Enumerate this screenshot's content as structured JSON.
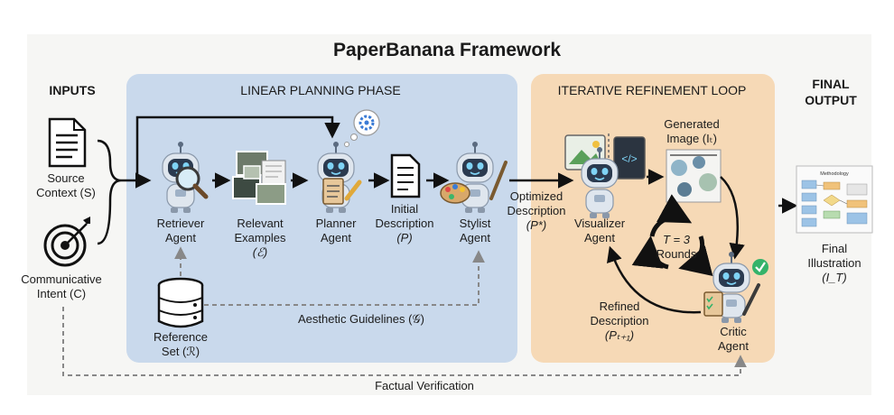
{
  "title": "PaperBanana Framework",
  "sections": {
    "inputs": "INPUTS",
    "linear": "LINEAR PLANNING PHASE",
    "loop": "ITERATIVE REFINEMENT LOOP",
    "final_1": "FINAL",
    "final_2": "OUTPUT"
  },
  "inputs": {
    "source_1": "Source",
    "source_2": "Context (S)",
    "intent_1": "Communicative",
    "intent_2": "Intent (C)"
  },
  "nodes": {
    "retriever_1": "Retriever",
    "retriever_2": "Agent",
    "examples_1": "Relevant",
    "examples_2": "Examples",
    "examples_3": "(ℰ)",
    "planner_1": "Planner",
    "planner_2": "Agent",
    "initial_1": "Initial",
    "initial_2": "Description",
    "initial_3": "(P)",
    "stylist_1": "Stylist",
    "stylist_2": "Agent",
    "reference_1": "Reference",
    "reference_2": "Set (ℛ)",
    "guidelines": "Aesthetic Guidelines (𝒢)",
    "optimized_1": "Optimized",
    "optimized_2": "Description",
    "optimized_3": "(P*)",
    "visualizer_1": "Visualizer",
    "visualizer_2": "Agent",
    "generated_1": "Generated",
    "generated_2": "Image (Iₜ)",
    "rounds_1": "T = 3",
    "rounds_2": "Rounds",
    "refined_1": "Refined",
    "refined_2": "Description",
    "refined_3": "(Pₜ₊₁)",
    "critic_1": "Critic",
    "critic_2": "Agent",
    "final_1": "Final",
    "final_2": "Illustration",
    "final_3": "(I_T)",
    "methodology": "Methodology",
    "factual": "Factual Verification"
  },
  "colors": {
    "linear_bg": "#c9d9ec",
    "loop_bg": "#f6d9b6",
    "robot_body": "#dfe6ee",
    "robot_face": "#2b3a4f",
    "robot_eye": "#7fd3f5",
    "check_green": "#35b36a"
  }
}
